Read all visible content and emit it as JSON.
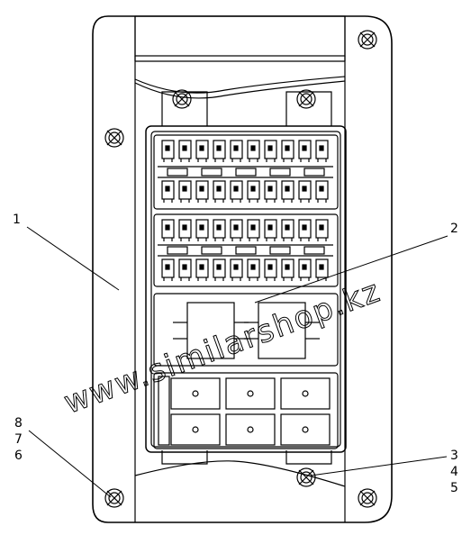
{
  "callouts": {
    "c1": "1",
    "c2": "2",
    "c3": "3",
    "c4": "4",
    "c5": "5",
    "c6": "6",
    "c7": "7",
    "c8": "8"
  },
  "watermark": "www.similarshop.kz"
}
